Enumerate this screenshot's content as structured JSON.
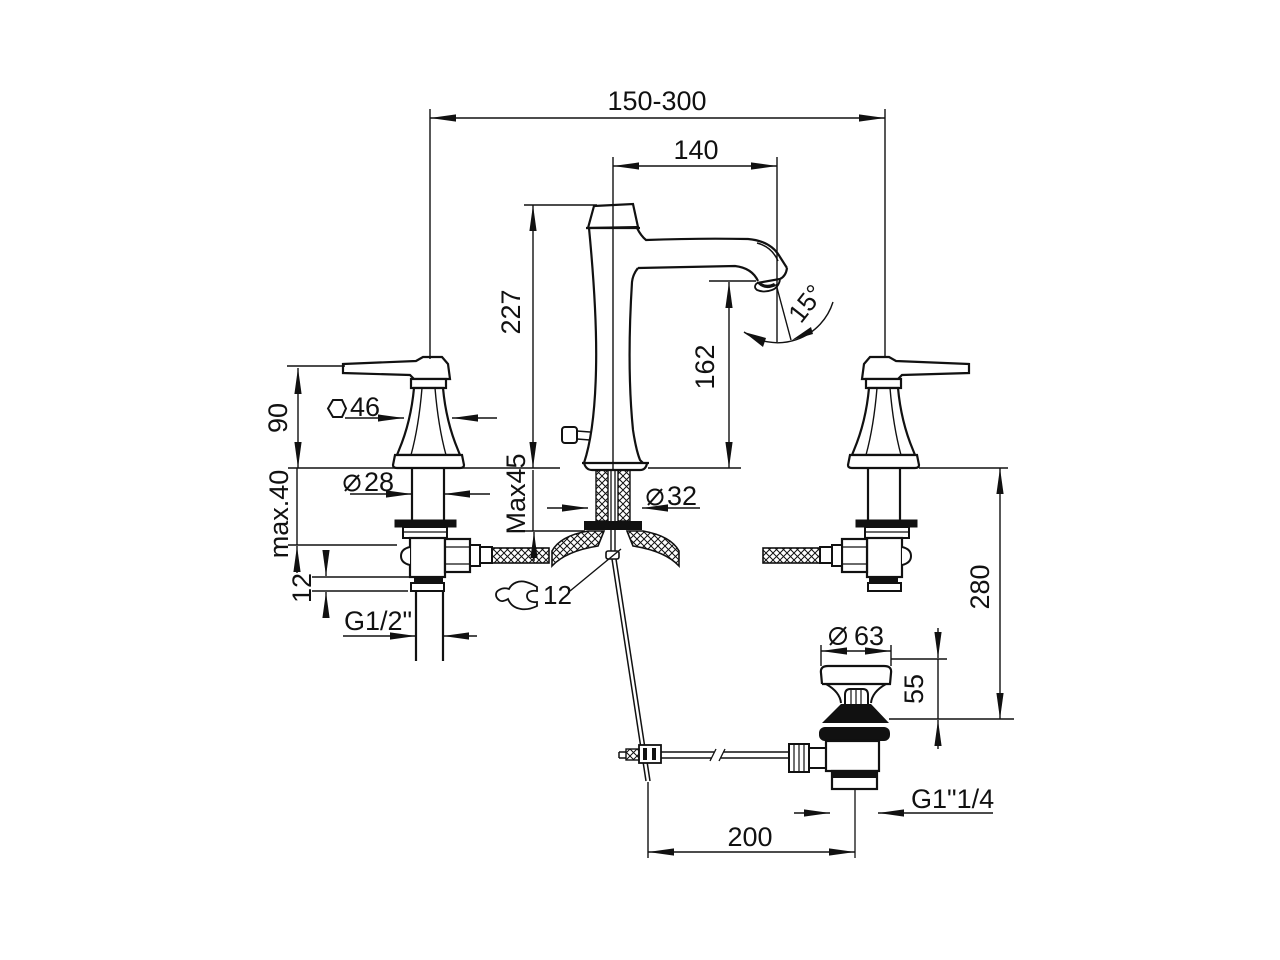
{
  "drawing": {
    "dims": {
      "overall": "150-300",
      "spout_reach": "140",
      "body_height": "227",
      "outlet_height": "162",
      "spout_angle": "15°",
      "handle_height": "90",
      "hex_size": "46",
      "max_deck_handle": "max.40",
      "shank_dia": "28",
      "nipple_len": "12",
      "inlet_thread": "G1/2\"",
      "max_deck_body": "Max45",
      "body_dia": "32",
      "wrench_size": "12",
      "below_deck_drop": "280",
      "waste_dia": "63",
      "waste_height": "55",
      "waste_thread": "G1\"1/4",
      "rod_offset": "200"
    }
  }
}
